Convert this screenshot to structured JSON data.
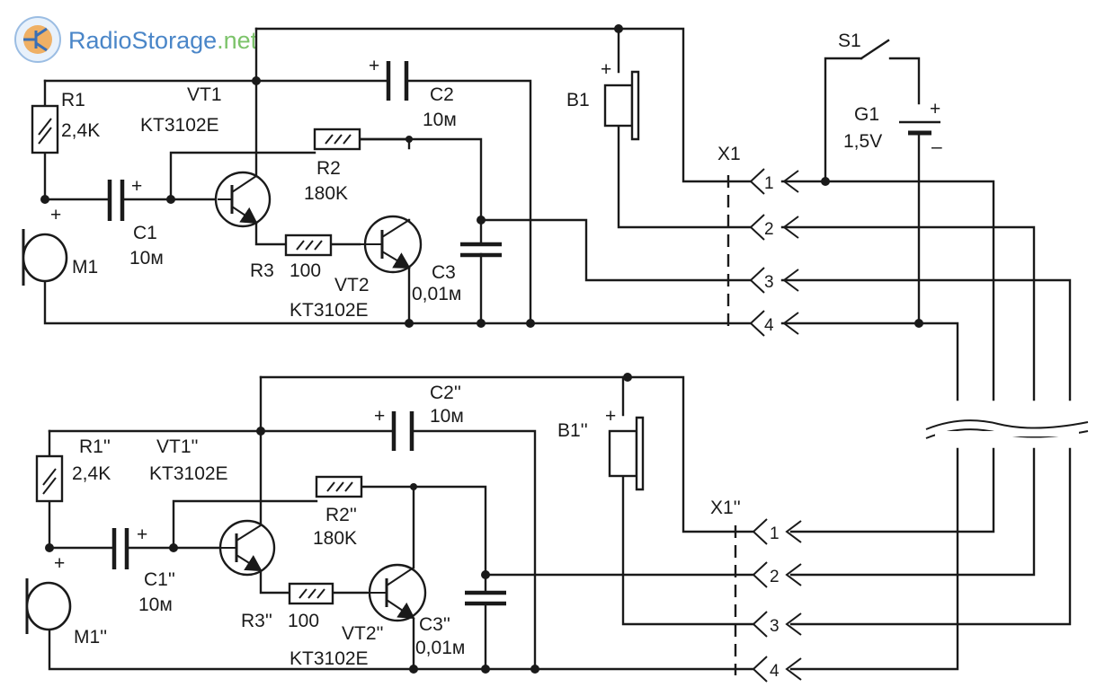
{
  "watermark": {
    "name": "RadioStorage",
    "domain": ".net"
  },
  "top": {
    "R1": {
      "ref": "R1",
      "val": "2,4K"
    },
    "VT1": {
      "ref": "VT1",
      "type": "KT3102E"
    },
    "C2": {
      "ref": "C2",
      "val": "10м",
      "pol": "+"
    },
    "R2": {
      "ref": "R2",
      "val": "180K"
    },
    "C1": {
      "ref": "C1",
      "val": "10м",
      "pol": "+"
    },
    "M1": {
      "ref": "M1",
      "pol": "+"
    },
    "R3": {
      "ref": "R3",
      "val": "100"
    },
    "VT2": {
      "ref": "VT2",
      "type": "KT3102E"
    },
    "C3": {
      "ref": "C3",
      "val": "0,01м"
    },
    "B1": {
      "ref": "B1",
      "pol": "+"
    },
    "X1": {
      "ref": "X1"
    },
    "S1": {
      "ref": "S1"
    },
    "G1": {
      "ref": "G1",
      "val": "1,5V",
      "plus": "+",
      "minus": "–"
    },
    "pins": [
      "1",
      "2",
      "3",
      "4"
    ]
  },
  "bottom": {
    "R1": {
      "ref": "R1''",
      "val": "2,4K"
    },
    "VT1": {
      "ref": "VT1''",
      "type": "KT3102E"
    },
    "C2": {
      "ref": "C2''",
      "val": "10м",
      "pol": "+"
    },
    "R2": {
      "ref": "R2''",
      "val": "180K"
    },
    "C1": {
      "ref": "C1''",
      "val": "10м",
      "pol": "+"
    },
    "M1": {
      "ref": "M1''",
      "pol": "+"
    },
    "R3": {
      "ref": "R3''",
      "val": "100"
    },
    "VT2": {
      "ref": "VT2''",
      "type": "KT3102E"
    },
    "C3": {
      "ref": "C3''",
      "val": "0,01м"
    },
    "B1": {
      "ref": "B1''",
      "pol": "+"
    },
    "X1": {
      "ref": "X1''"
    },
    "pins": [
      "1",
      "2",
      "3",
      "4"
    ]
  }
}
